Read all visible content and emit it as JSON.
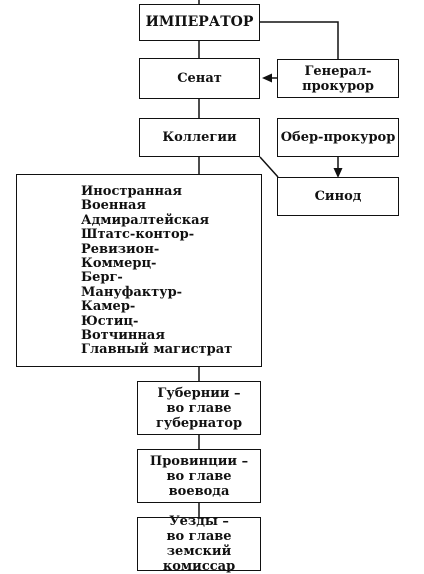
{
  "diagram": {
    "emperor": "ИМПЕРАТОР",
    "senate": "Сенат",
    "prosecutor_general": "Генерал-прокурор",
    "collegia": "Коллегии",
    "ober_prosecutor": "Обер-прокурор",
    "synod": "Синод",
    "collegia_list": [
      "Иностранная",
      "Военная",
      "Адмиралтейская",
      "Штатс-контор-",
      "Ревизион-",
      "Коммерц-",
      "Берг-",
      "Мануфактур-",
      "Камер-",
      "Юстиц-",
      "Вотчинная",
      "Главный магистрат"
    ],
    "gubernii": "Губернии –\nво главе\nгубернатор",
    "provintsii": "Провинции –\nво главе воевода",
    "uezdy": "Уезды –\nво главе земский\nкомиссар"
  }
}
